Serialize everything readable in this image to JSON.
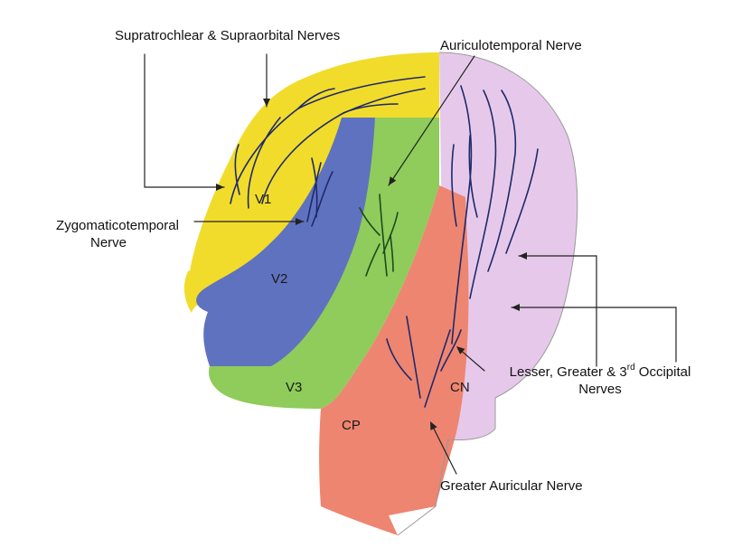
{
  "colors": {
    "v1": "#f1dc2b",
    "v2": "#5f72bf",
    "v3": "#8fcc5b",
    "cp": "#ee8571",
    "cn": "#e6c9ea",
    "nerve_dark": "#1e2a6a",
    "nerve_green": "#1d4a1d",
    "pointer": "#222222"
  },
  "labels": {
    "supratrochlear": "Supratrochlear & Supraorbital Nerves",
    "auriculotemporal": "Auriculotemporal Nerve",
    "zygomaticotemporal_1": "Zygomaticotemporal",
    "zygomaticotemporal_2": "Nerve",
    "occipital_pre": "Lesser, Greater & 3",
    "occipital_sup": "rd",
    "occipital_post": " Occipital",
    "occipital_2": "Nerves",
    "greater_auricular": "Greater Auricular Nerve"
  },
  "regions": {
    "v1": "V1",
    "v2": "V2",
    "v3": "V3",
    "cp": "CP",
    "cn": "CN"
  }
}
